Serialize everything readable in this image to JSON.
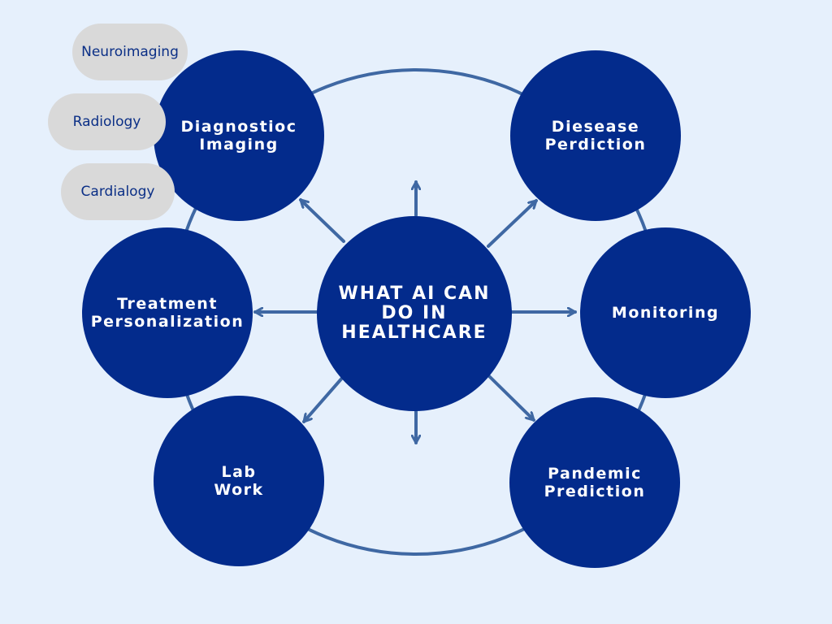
{
  "diagram": {
    "center": {
      "label": "WHAT AI CAN\nDO IN\nHEALTHCARE"
    },
    "nodes": {
      "diagnostic_imaging": {
        "label": "Diagnostioc\nImaging"
      },
      "disease_prediction": {
        "label": "Diesease\nPerdiction"
      },
      "treatment_personalization": {
        "label": "Treatment\nPersonalization"
      },
      "monitoring": {
        "label": "Monitoring"
      },
      "lab_work": {
        "label": "Lab\nWork"
      },
      "pandemic_prediction": {
        "label": "Pandemic\nPrediction"
      }
    },
    "sub_items": {
      "neuroimaging": {
        "label": "Neuroimaging"
      },
      "radiology": {
        "label": "Radiology"
      },
      "cardialogy": {
        "label": "Cardialogy"
      }
    },
    "colors": {
      "background": "#e6f0fc",
      "node_fill": "#032b8c",
      "node_text": "#ffffff",
      "connector": "#3f68a3",
      "pill_fill": "#d9d9d9",
      "pill_text": "#0b2f86"
    }
  }
}
